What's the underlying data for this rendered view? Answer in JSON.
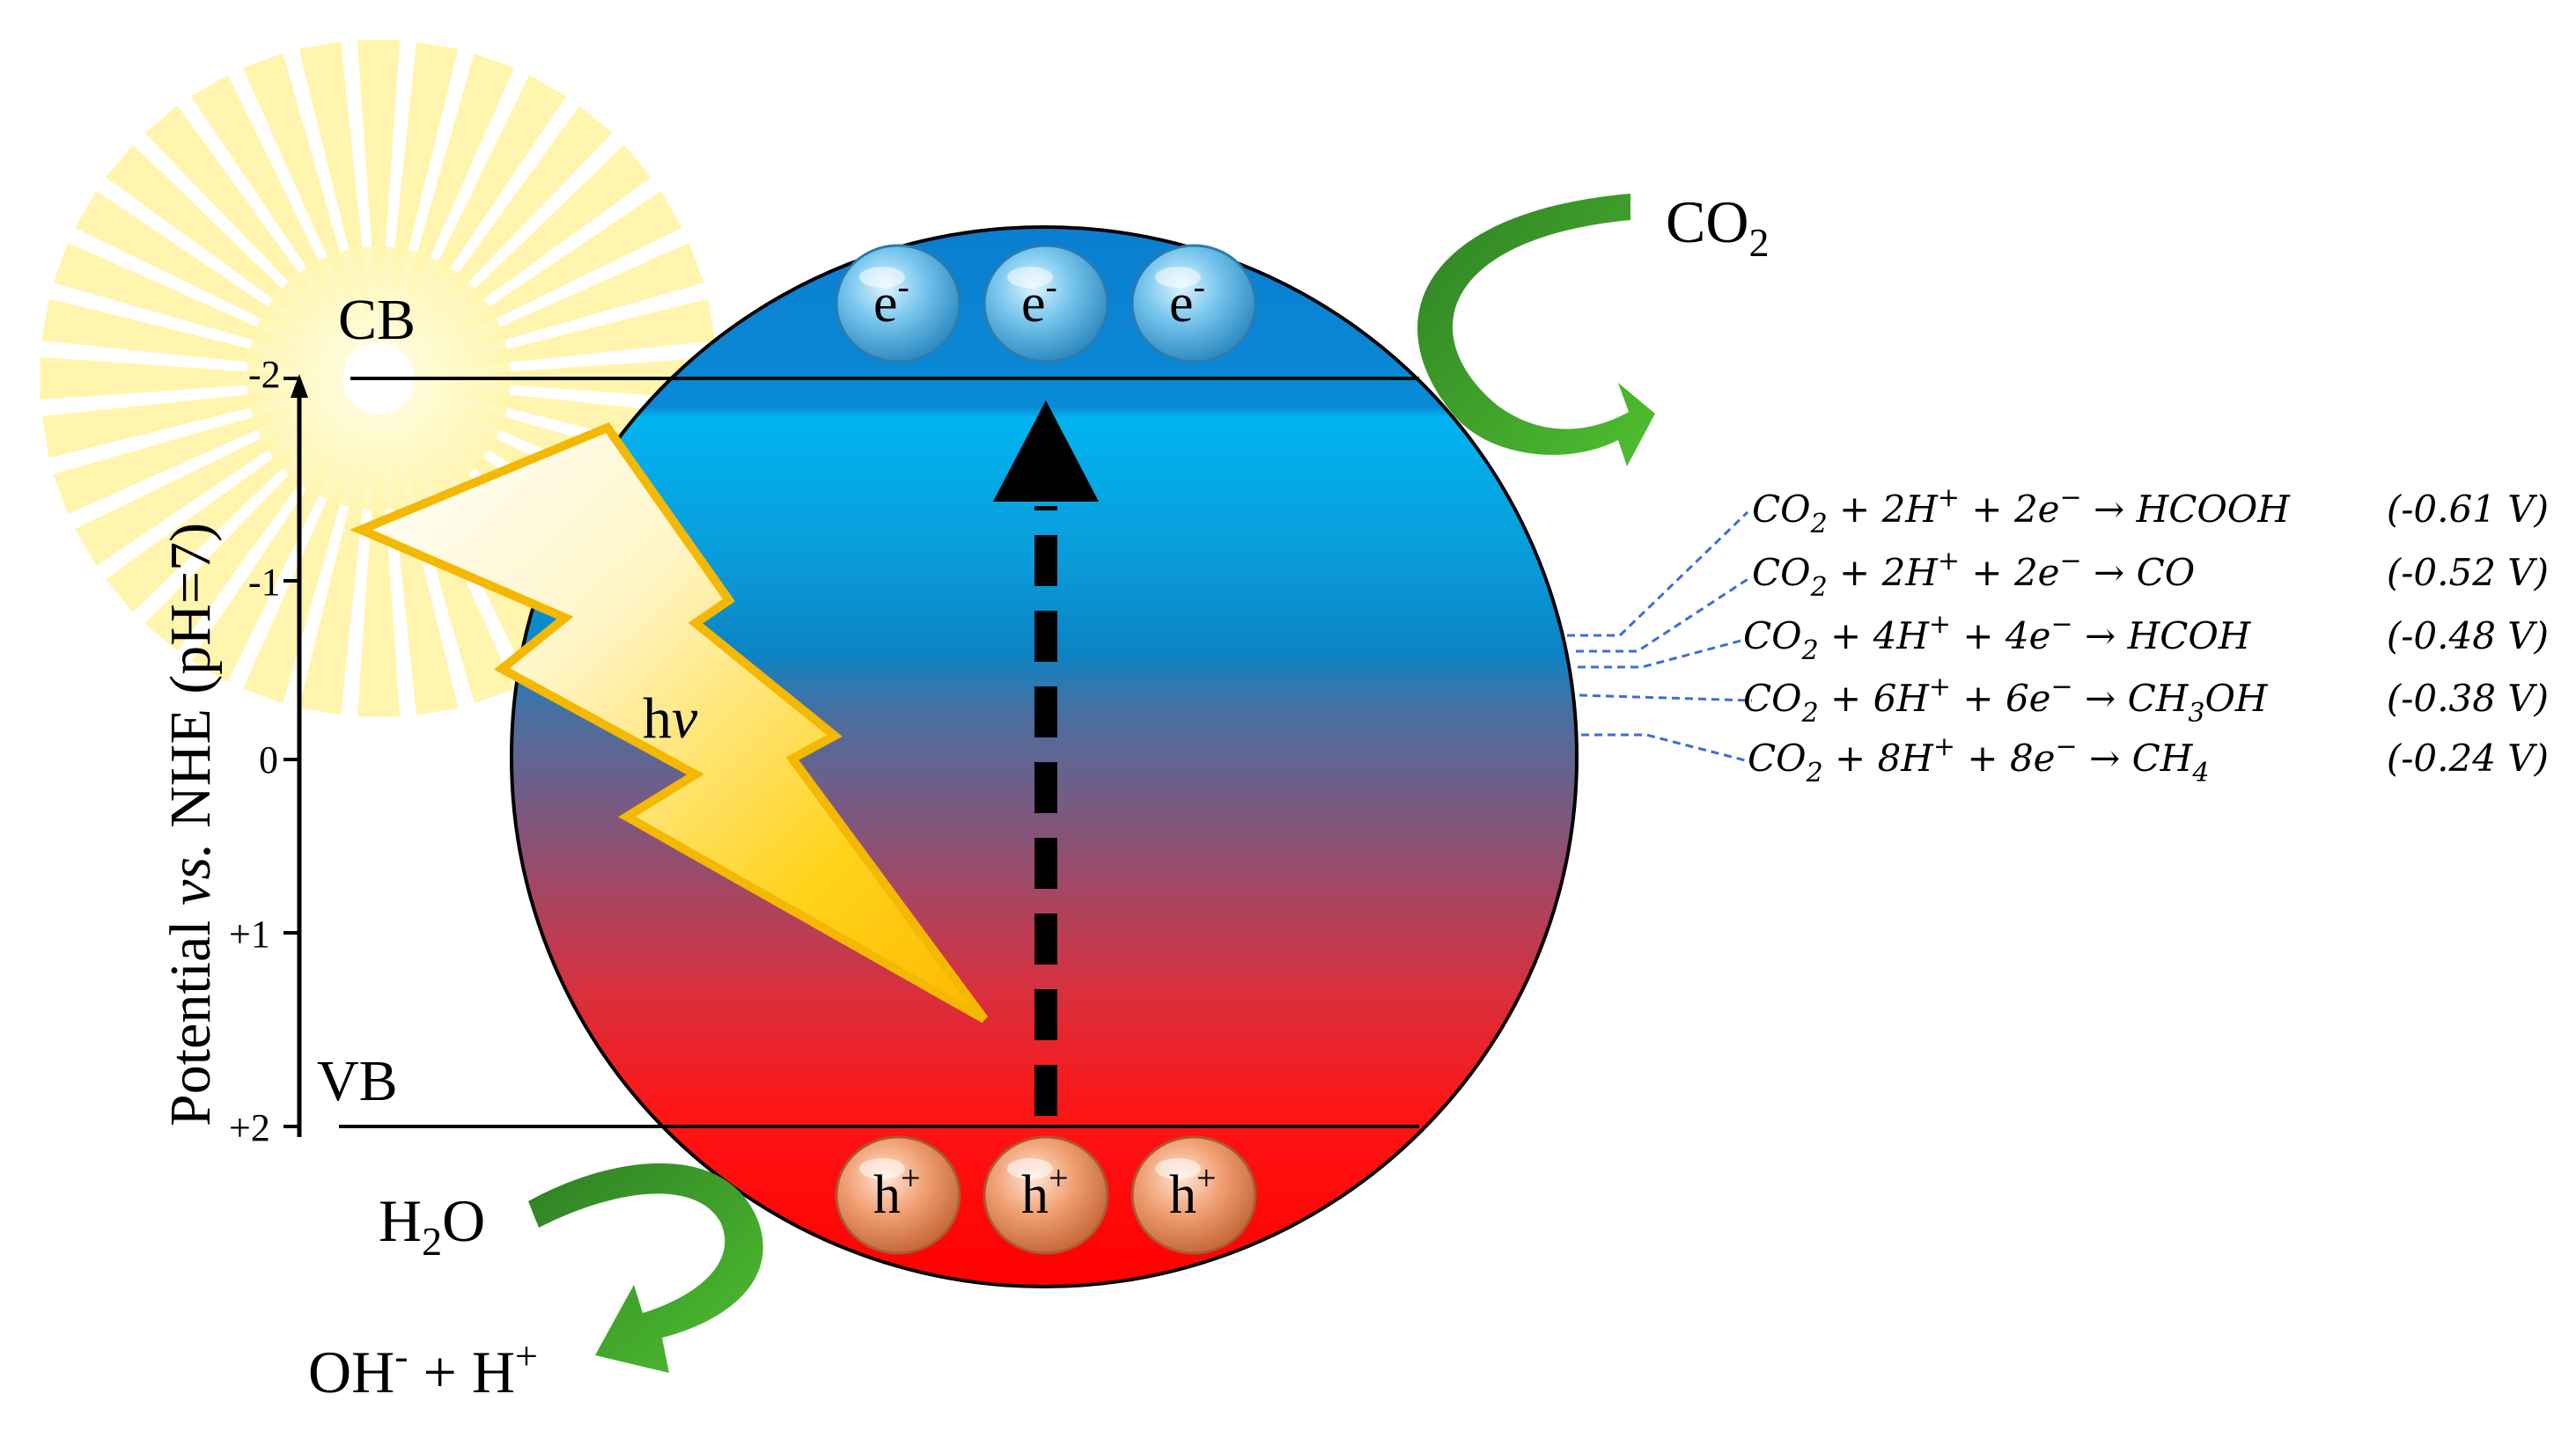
{
  "axis": {
    "label_main": "Potential ",
    "label_vs": "vs.",
    "label_ref": " NHE (pH=7)",
    "ticks": [
      "-2",
      "-1",
      "0",
      "+1",
      "+2"
    ]
  },
  "bands": {
    "cb_label": "CB",
    "vb_label": "VB"
  },
  "light": {
    "label_h": "h",
    "label_nu": "v"
  },
  "electron": {
    "base": "e",
    "sup": "-"
  },
  "hole": {
    "base": "h",
    "sup": "+"
  },
  "reactants": {
    "co2_base": "CO",
    "co2_sub": "2",
    "h2o_h": "H",
    "h2o_sub": "2",
    "h2o_o": "O",
    "products_oh": "OH",
    "products_oh_sup": "-",
    "products_plus": " + H",
    "products_h_sup": "+"
  },
  "reactions": [
    {
      "co2": "CO",
      "co2_sub": "2",
      "protons": " + 2H",
      "electrons": " + 2e",
      "product": "HCOOH",
      "product_sub": "",
      "product_tail": "",
      "potential": "(-0.61 V)"
    },
    {
      "co2": "CO",
      "co2_sub": "2",
      "protons": " + 2H",
      "electrons": " + 2e",
      "product": "CO",
      "product_sub": "",
      "product_tail": "",
      "potential": "(-0.52 V)"
    },
    {
      "co2": "CO",
      "co2_sub": "2",
      "protons": " + 4H",
      "electrons": " + 4e",
      "product": "HCOH",
      "product_sub": "",
      "product_tail": "",
      "potential": "(-0.48 V)"
    },
    {
      "co2": "CO",
      "co2_sub": "2",
      "protons": " + 6H",
      "electrons": " + 6e",
      "product": "CH",
      "product_sub": "3",
      "product_tail": "OH",
      "potential": "(-0.38 V)"
    },
    {
      "co2": "CO",
      "co2_sub": "2",
      "protons": " + 8H",
      "electrons": " + 8e",
      "product": "CH",
      "product_sub": "4",
      "product_tail": "",
      "potential": "(-0.24 V)"
    }
  ],
  "colors": {
    "cb_top": "#0a8fd8",
    "cb_mid": "#00a6e8",
    "mid": "#8a5a7a",
    "vb": "#ff0000",
    "sun": "#fff3a0",
    "bolt_edge": "#f5b800",
    "green": "#3c9a28",
    "electron": "#7cc8ee",
    "hole": "#f0a074",
    "leader": "#3b6fd6"
  }
}
